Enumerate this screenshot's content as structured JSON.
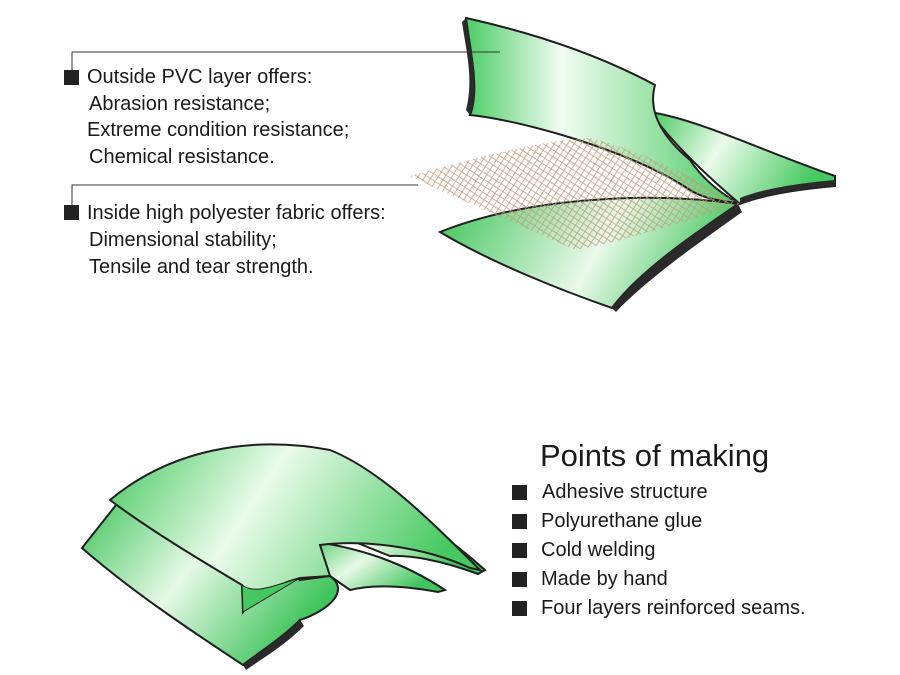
{
  "pvc_section": {
    "heading": "Outside PVC layer offers:",
    "items": [
      "Abrasion resistance;",
      "Extreme condition resistance;",
      "Chemical resistance."
    ]
  },
  "fabric_section": {
    "heading": "Inside high polyester fabric offers:",
    "items": [
      "Dimensional stability;",
      "Tensile and tear strength."
    ]
  },
  "points": {
    "title": "Points of making",
    "items": [
      "Adhesive structure",
      "Polyurethane glue",
      "Cold welding",
      "Made by hand",
      "Four layers reinforced seams."
    ]
  },
  "colors": {
    "sheet_green": "#4fd06a",
    "sheet_light": "#e9fbe9",
    "edge": "#1f1f1f",
    "mesh": "#c9a37e"
  }
}
